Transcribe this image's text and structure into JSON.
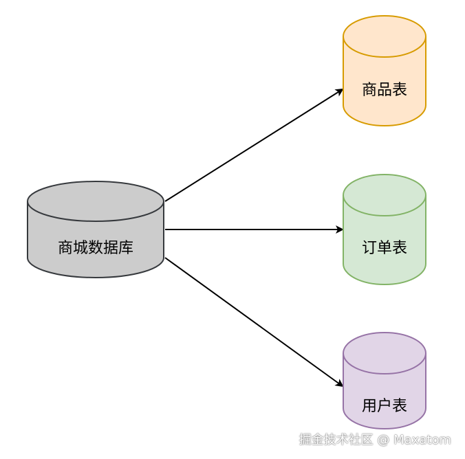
{
  "nodes": {
    "source": {
      "label": "商城数据库",
      "fill": "#cccccc",
      "stroke": "#36393d"
    },
    "products": {
      "label": "商品表",
      "fill": "#ffe6cc",
      "stroke": "#d79b00"
    },
    "orders": {
      "label": "订单表",
      "fill": "#d5e8d4",
      "stroke": "#82b366"
    },
    "users": {
      "label": "用户表",
      "fill": "#e1d5e7",
      "stroke": "#9673a6"
    }
  },
  "edges": [
    {
      "from": "source",
      "to": "products"
    },
    {
      "from": "source",
      "to": "orders"
    },
    {
      "from": "source",
      "to": "users"
    }
  ],
  "watermark": "掘金技术社区 @ Maxatom"
}
